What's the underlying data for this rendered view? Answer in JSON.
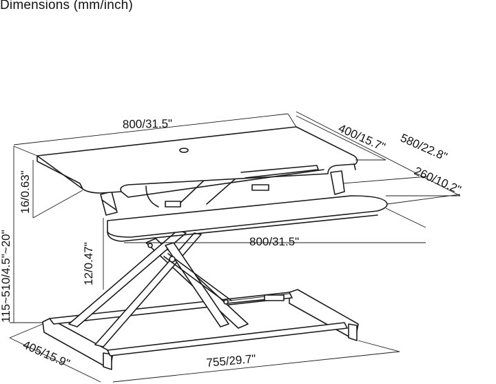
{
  "title": "Dimensions (mm/inch)",
  "dimensions": {
    "top_width": "800/31.5\"",
    "top_depth": "400/15.7\"",
    "total_depth": "580/22.8\"",
    "keyboard_depth": "260/10.2\"",
    "keyboard_width": "800/31.5\"",
    "top_thickness": "16/0.63\"",
    "keyboard_thickness": "12/0.47\"",
    "height_range": "115~510/4.5\"~20\"",
    "base_depth": "405/15.9\"",
    "base_width": "755/29.7\""
  }
}
